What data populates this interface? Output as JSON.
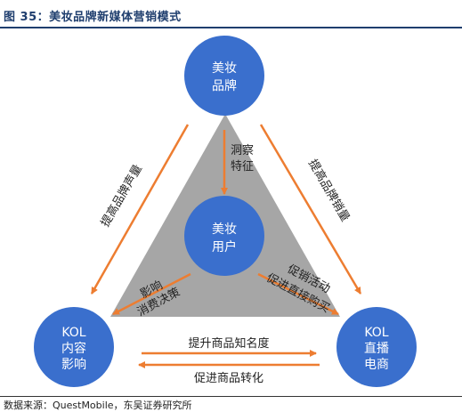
{
  "figure": {
    "title": "图 35：美妆品牌新媒体营销模式",
    "source": "数据来源：QuestMobile，东吴证券研究所"
  },
  "nodes": {
    "brand": [
      "美妆",
      "品牌"
    ],
    "user": [
      "美妆",
      "用户"
    ],
    "kol_content": [
      "KOL",
      "内容",
      "影响"
    ],
    "kol_live": [
      "KOL",
      "直播",
      "电商"
    ]
  },
  "labels": {
    "insight": [
      "洞察",
      "特征"
    ],
    "brand_voice": "提高品牌声量",
    "brand_sales": "提高品牌销量",
    "influence": [
      "影响",
      "消费决策"
    ],
    "promotion": [
      "促销活动",
      "促进直接购买"
    ],
    "awareness": "提升商品知名度",
    "conversion": "促进商品转化"
  },
  "colors": {
    "circle": "#3a6fcd",
    "triangle": "#a6a6a6",
    "arrow": "#ed7d31",
    "title": "#1f3e6e"
  }
}
